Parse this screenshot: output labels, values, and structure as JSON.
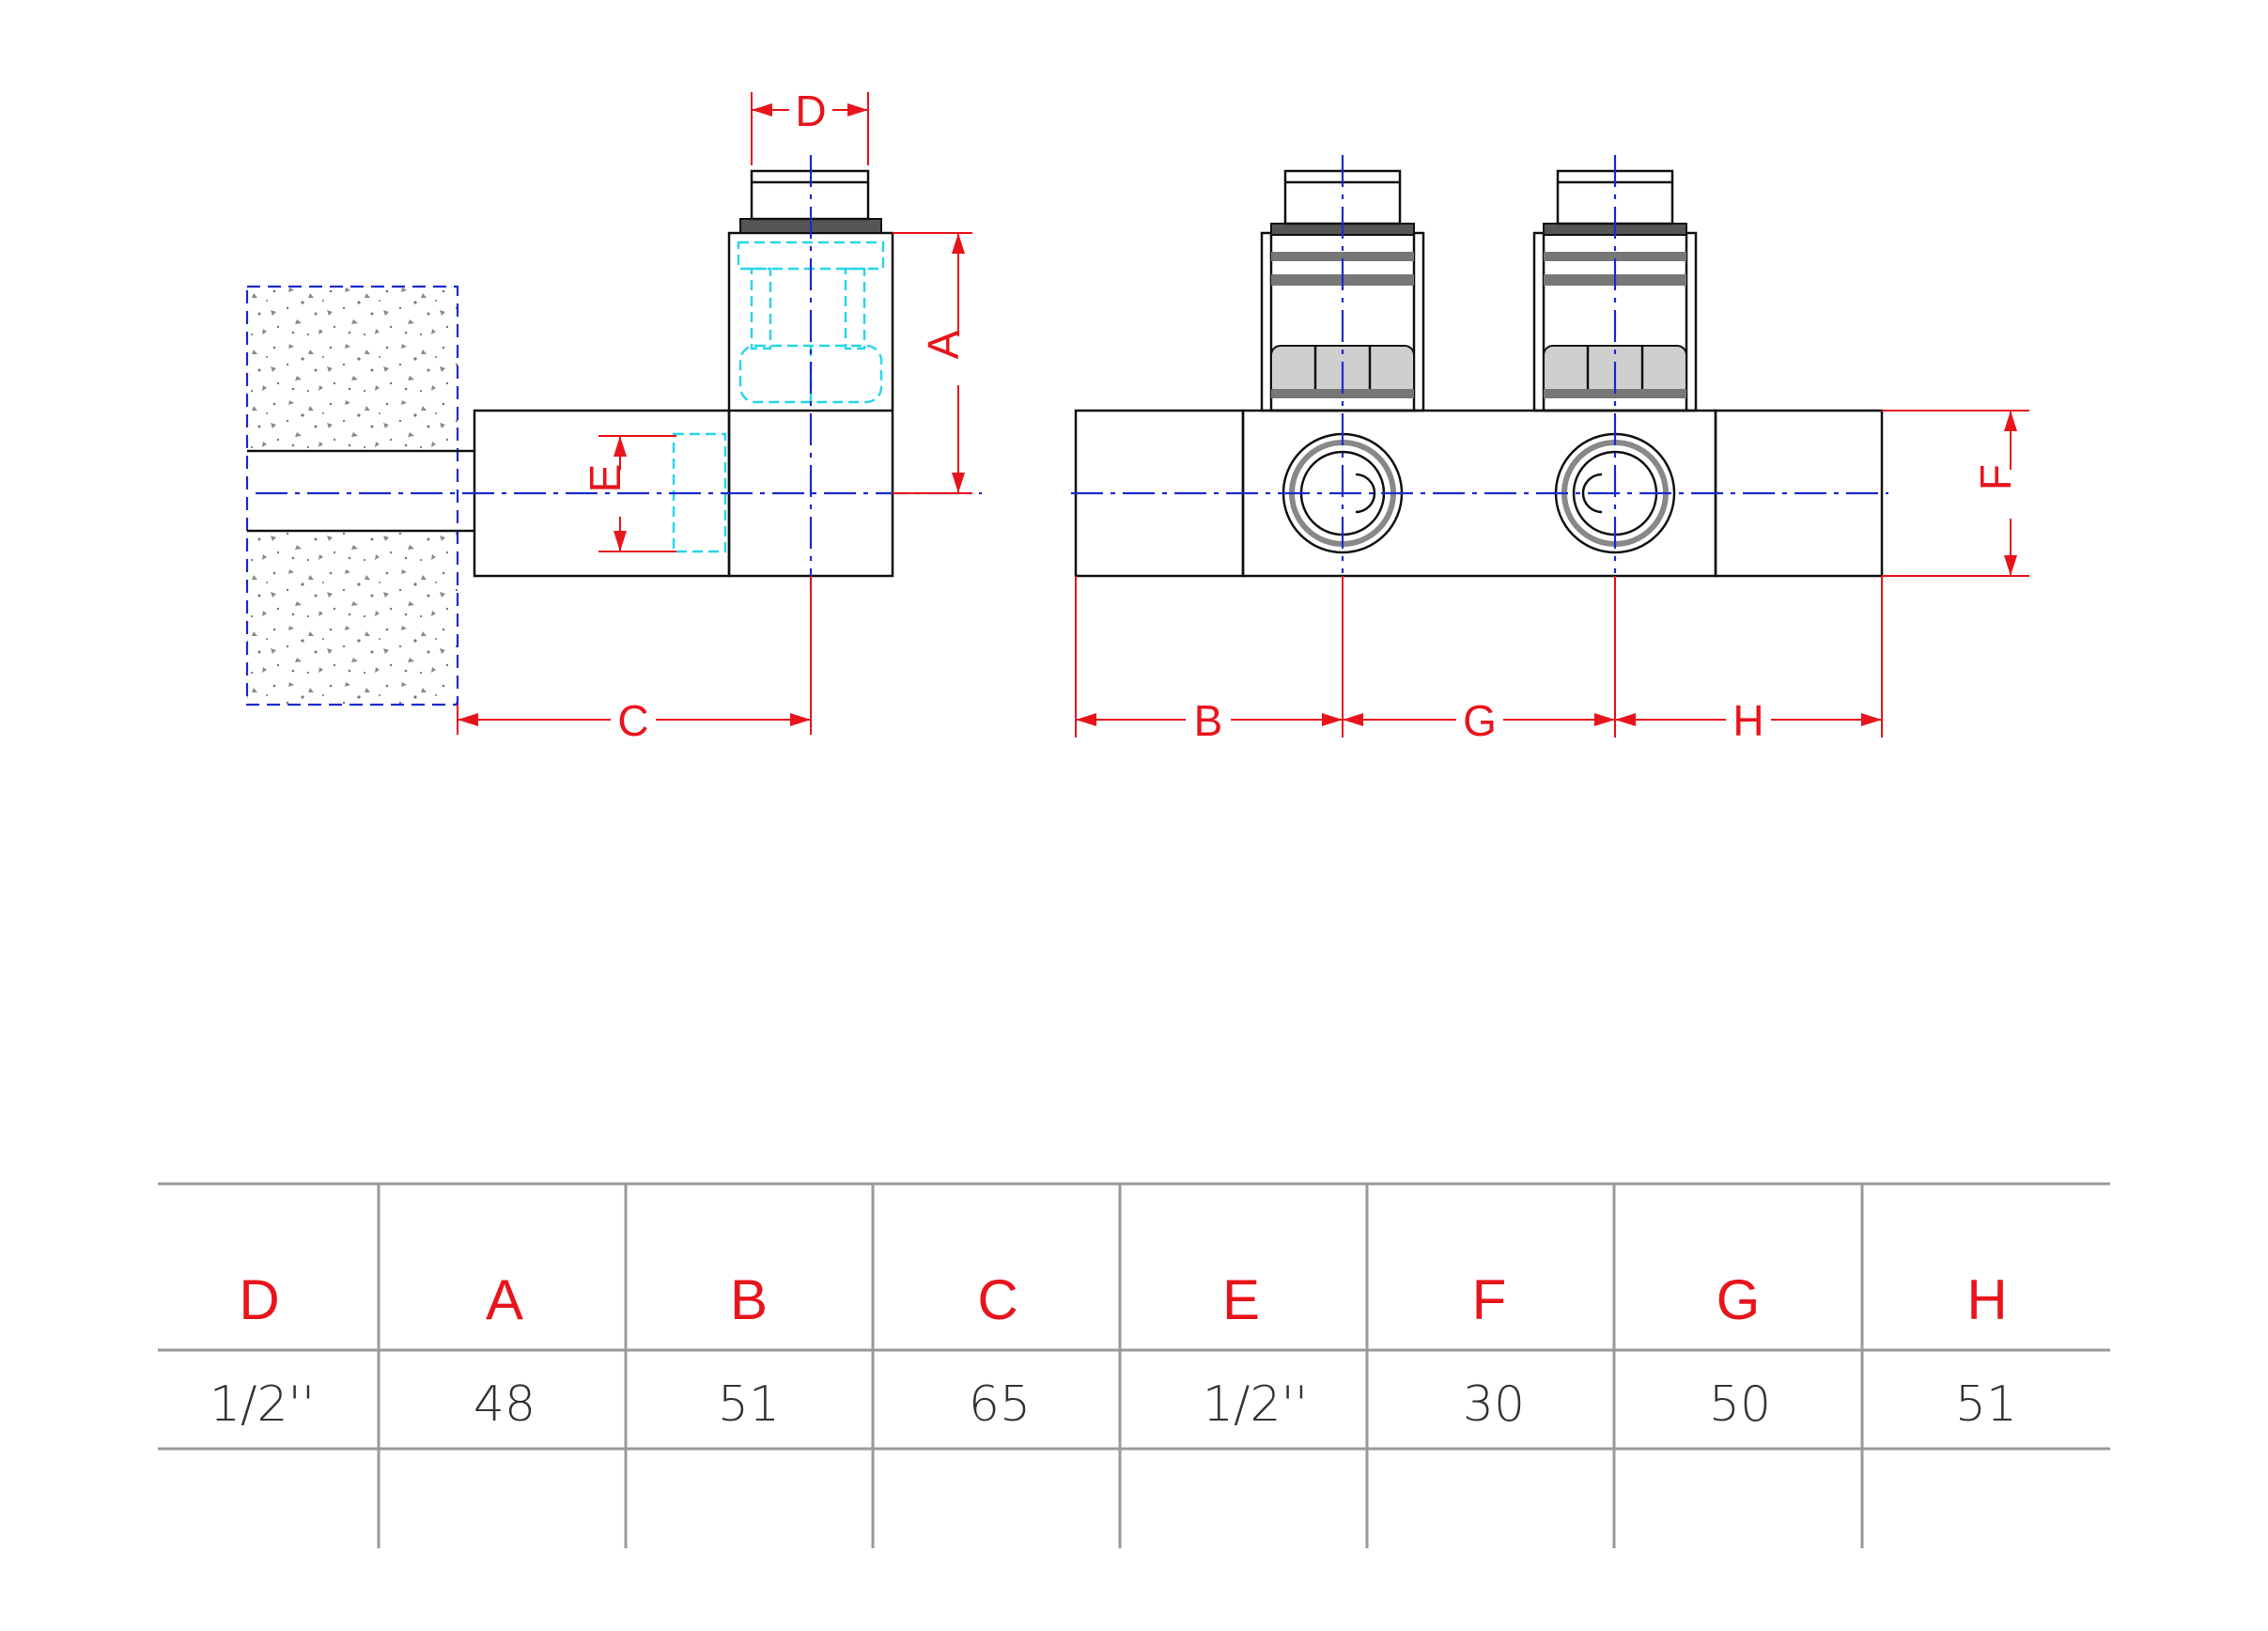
{
  "drawing": {
    "dimension_labels": {
      "A": "A",
      "B": "B",
      "C": "C",
      "D": "D",
      "E": "E",
      "F": "F",
      "G": "G",
      "H": "H"
    }
  },
  "table": {
    "headers": [
      "D",
      "A",
      "B",
      "C",
      "E",
      "F",
      "G",
      "H"
    ],
    "values": [
      "1/2''",
      "48",
      "51",
      "65",
      "1/2''",
      "30",
      "50",
      "51"
    ]
  },
  "colors": {
    "dimension": "#e8141c",
    "centerline": "#1a2ad0",
    "hidden_line": "#25d6e8",
    "table_grid": "#9a9a9a",
    "value_text": "#333333"
  }
}
